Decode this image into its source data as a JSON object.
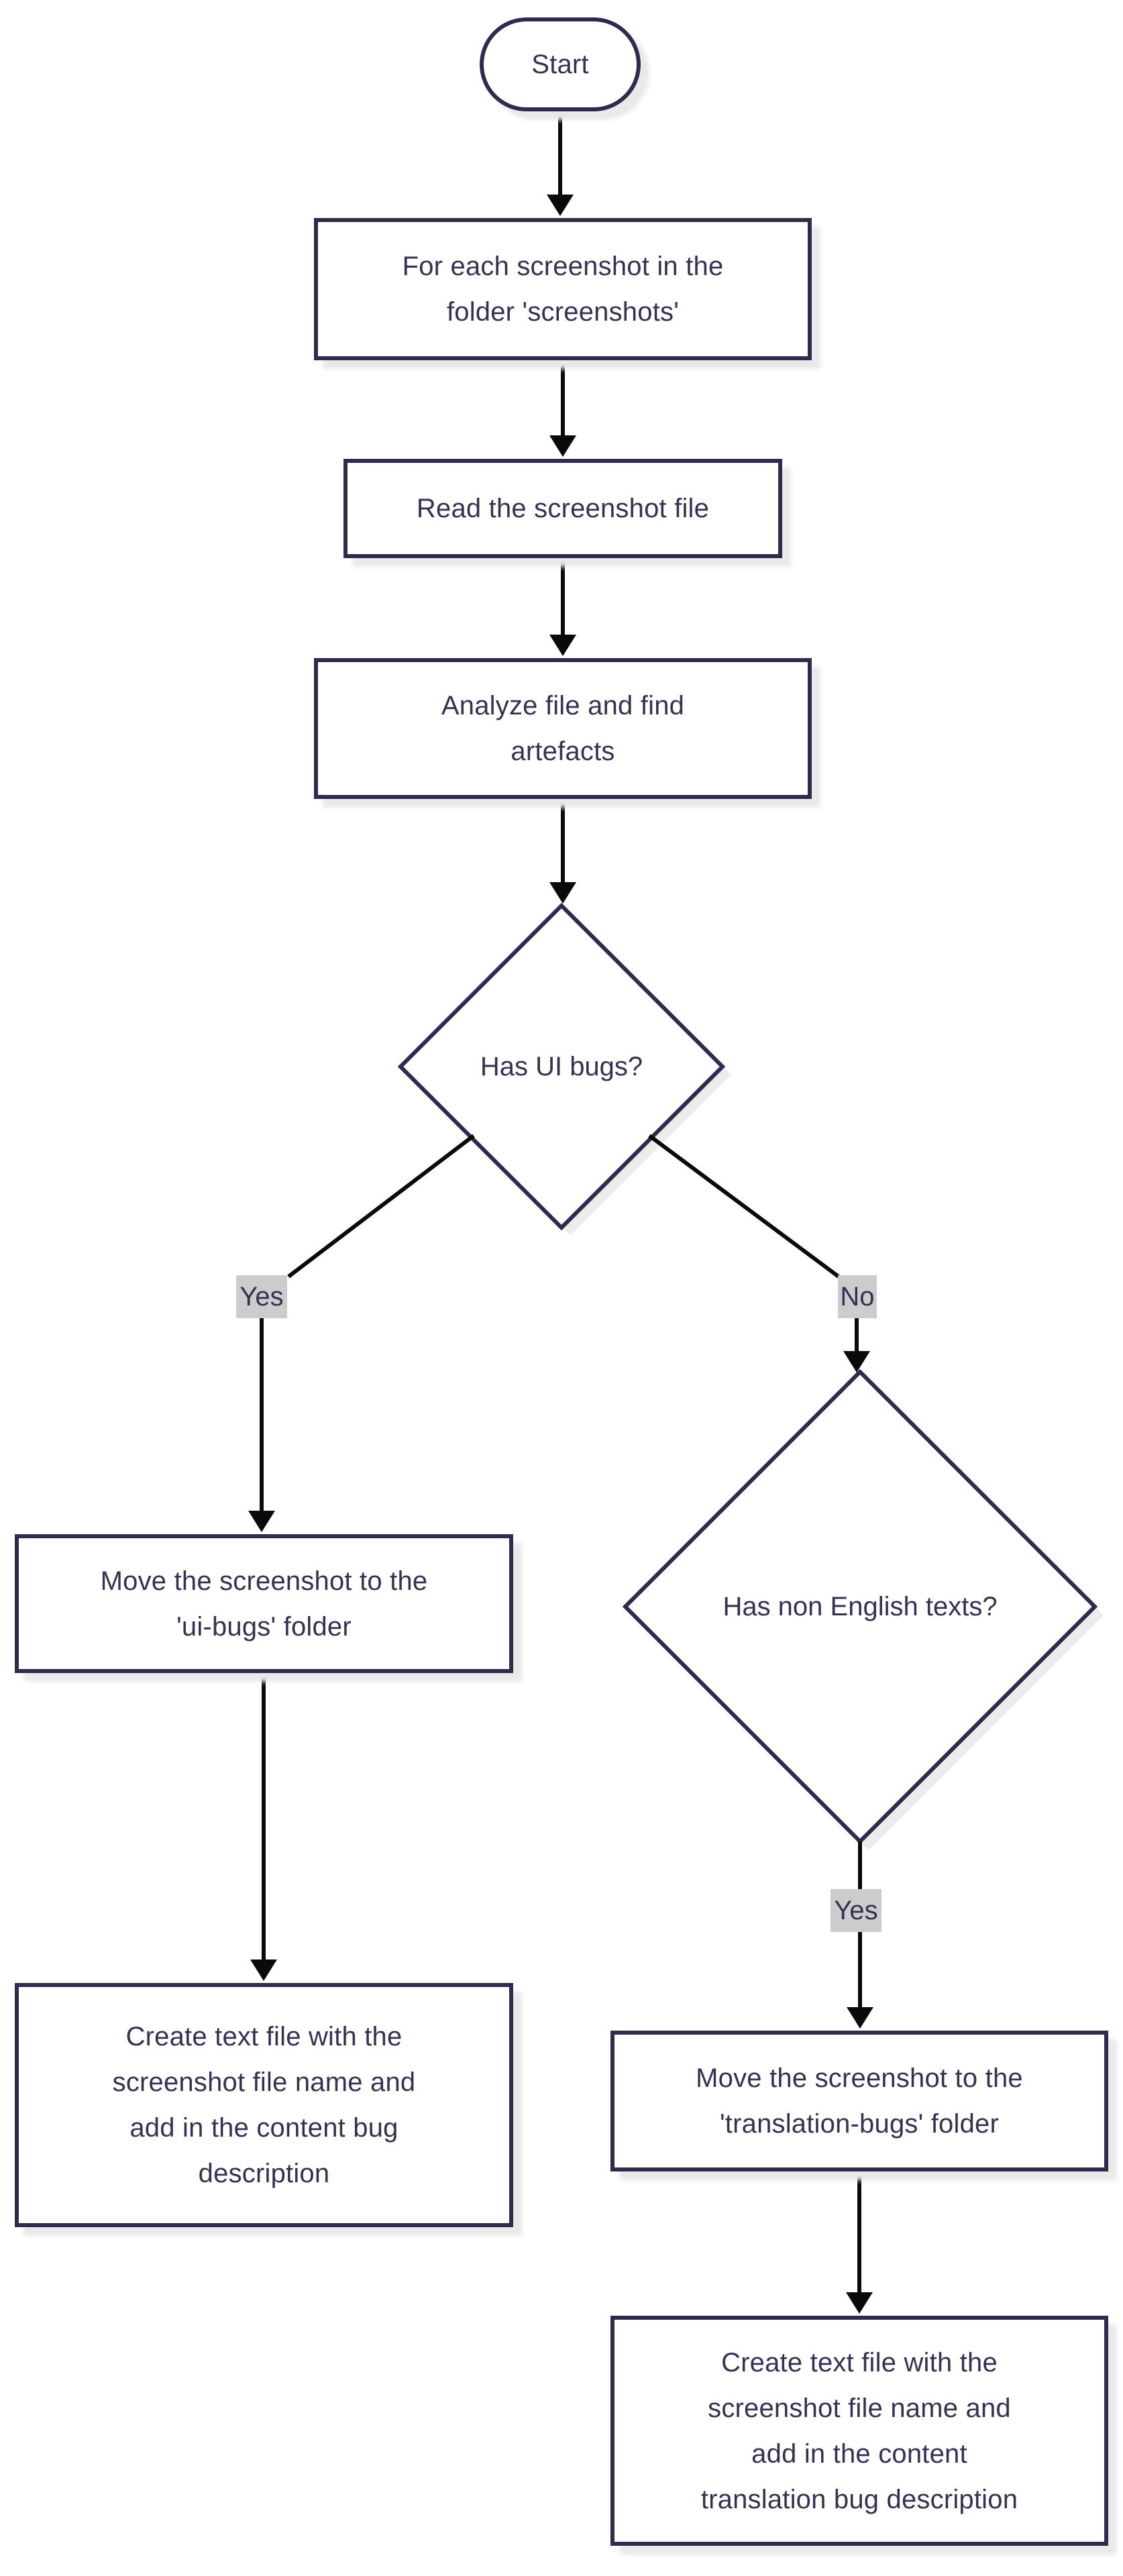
{
  "diagram": {
    "type": "flowchart",
    "direction": "top-down",
    "colors": {
      "background": "#ffffff",
      "node_fill": "#ffffff",
      "node_border": "#2d2c4e",
      "node_text": "#343253",
      "edge_line": "#0a0a0a",
      "edge_label_bg": "#cccccc",
      "shadow": "#e9e9e9"
    },
    "nodes": {
      "start": {
        "shape": "stadium",
        "label": "Start"
      },
      "foreach": {
        "shape": "rect",
        "label": "For each screenshot in the\nfolder 'screenshots'"
      },
      "read": {
        "shape": "rect",
        "label": "Read the screenshot file"
      },
      "analyze": {
        "shape": "rect",
        "label": "Analyze file and find\nartefacts"
      },
      "has_ui_bugs": {
        "shape": "diamond",
        "label": "Has UI bugs?"
      },
      "move_ui_bugs": {
        "shape": "rect",
        "label": "Move the screenshot to the\n'ui-bugs' folder"
      },
      "create_bug_file": {
        "shape": "rect",
        "label": "Create text file with the\nscreenshot file name and\nadd in the content bug\ndescription"
      },
      "has_non_english": {
        "shape": "diamond",
        "label": "Has non English texts?"
      },
      "move_translation_bugs": {
        "shape": "rect",
        "label": "Move the screenshot to the\n'translation-bugs' folder"
      },
      "create_translation_file": {
        "shape": "rect",
        "label": "Create text file with the\nscreenshot file name and\nadd in the content\ntranslation bug description"
      }
    },
    "edge_labels": {
      "yes_ui": "Yes",
      "no_ui": "No",
      "yes_translation": "Yes"
    },
    "edges": [
      {
        "from": "start",
        "to": "foreach",
        "label": ""
      },
      {
        "from": "foreach",
        "to": "read",
        "label": ""
      },
      {
        "from": "read",
        "to": "analyze",
        "label": ""
      },
      {
        "from": "analyze",
        "to": "has_ui_bugs",
        "label": ""
      },
      {
        "from": "has_ui_bugs",
        "to": "move_ui_bugs",
        "label": "Yes"
      },
      {
        "from": "has_ui_bugs",
        "to": "has_non_english",
        "label": "No"
      },
      {
        "from": "move_ui_bugs",
        "to": "create_bug_file",
        "label": ""
      },
      {
        "from": "has_non_english",
        "to": "move_translation_bugs",
        "label": "Yes"
      },
      {
        "from": "move_translation_bugs",
        "to": "create_translation_file",
        "label": ""
      }
    ]
  }
}
